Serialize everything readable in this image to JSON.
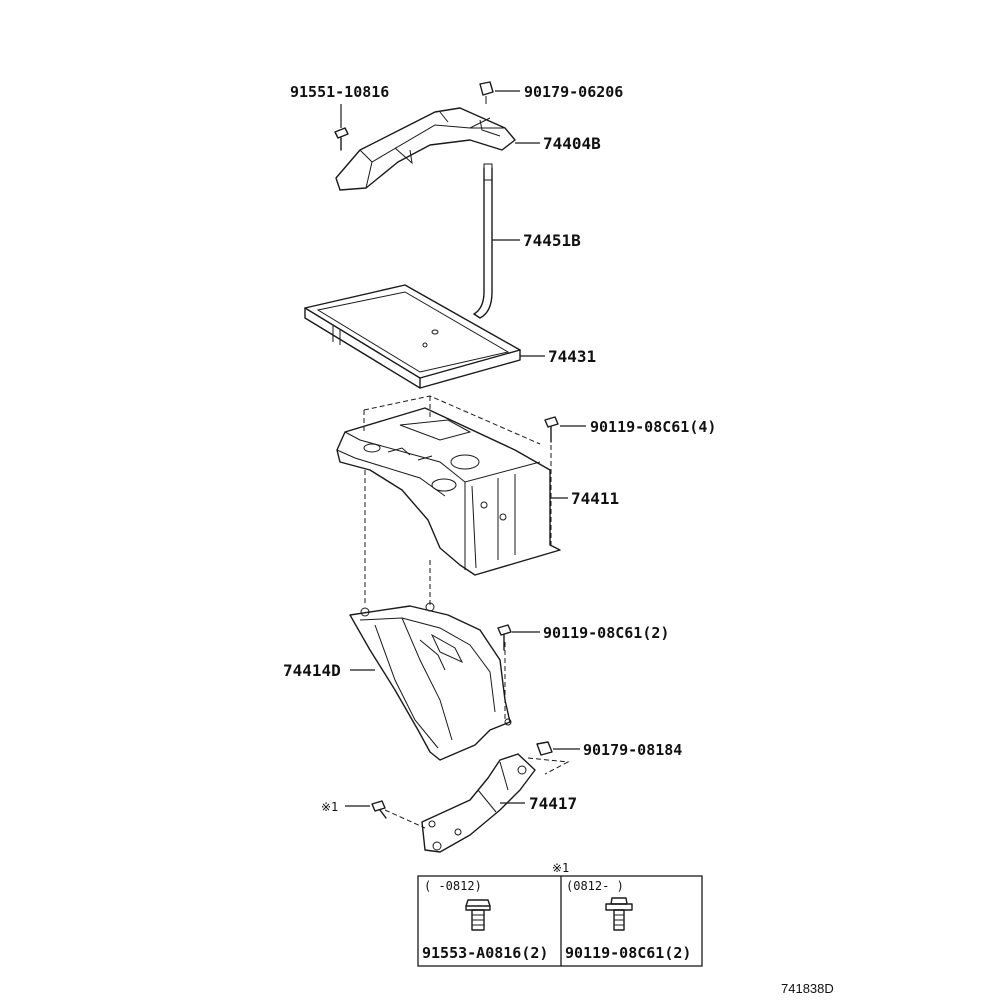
{
  "parts": {
    "p91551": "91551-10816",
    "p90179a": "90179-06206",
    "p74404B": "74404B",
    "p74451B": "74451B",
    "p74431": "74431",
    "p90119a": "90119-08C61(4)",
    "p74411": "74411",
    "p90119b": "90119-08C61(2)",
    "p74414D": "74414D",
    "p90179b": "90179-08184",
    "p74417": "74417",
    "note_mark": "※1"
  },
  "inset": {
    "title": "※1",
    "left": {
      "range": "(   -0812)",
      "part": "91553-A0816(2)"
    },
    "right": {
      "range": "(0812-     )",
      "part": "90119-08C61(2)"
    }
  },
  "drawing_code": "741838D"
}
